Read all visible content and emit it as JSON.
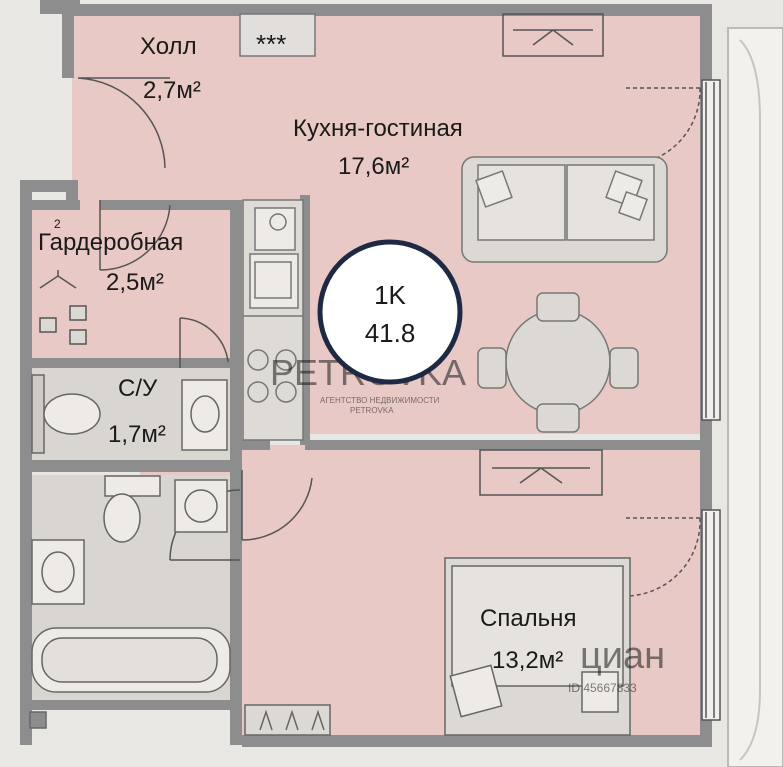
{
  "unit_badge": {
    "type": "1K",
    "area": "41.8"
  },
  "rooms": {
    "hall": {
      "name": "Холл",
      "area": "2,7м²"
    },
    "kitchen": {
      "name": "Кухня-гостиная",
      "area": "17,6м²"
    },
    "wardrobe": {
      "name": "Гардеробная",
      "area": "2,5м²",
      "marker": "2"
    },
    "wc": {
      "name": "С/У",
      "area": "1,7м²"
    },
    "bedroom": {
      "name": "Спальня",
      "area": "13,2м²"
    }
  },
  "hall_cabinet_marks": "***",
  "watermark": {
    "brand": "PETROVKA",
    "tagline_1": "АГЕНТСТВО НЕДВИЖИМОСТИ",
    "tagline_2": "PETROVKA",
    "cian_logo": "циан",
    "cian_id": "ID 45667833"
  },
  "colors": {
    "room_fill": "#e8c9c5",
    "wall": "#8d8d8d",
    "wet_zone": "#d9d6d2",
    "badge_ring": "#1e2a44"
  }
}
